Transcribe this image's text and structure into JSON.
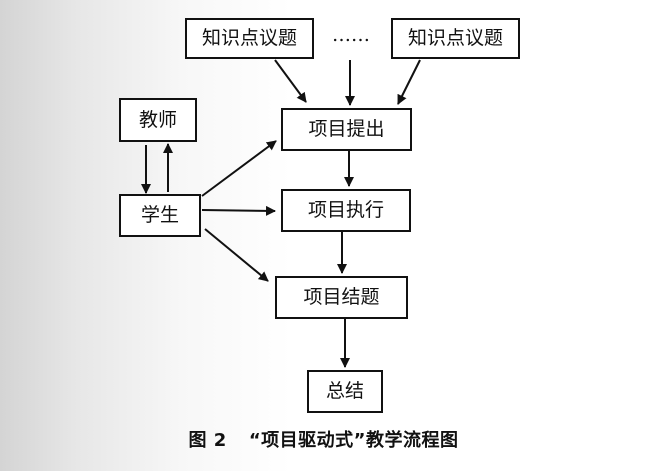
{
  "diagram": {
    "nodes": {
      "topic_left": "知识点议题",
      "ellipsis": "……",
      "topic_right": "知识点议题",
      "teacher": "教师",
      "student": "学生",
      "project_proposal": "项目提出",
      "project_execution": "项目执行",
      "project_conclusion": "项目结题",
      "summary": "总结"
    }
  },
  "caption": {
    "figure_number": "图 2",
    "title": "“项目驱动式”教学流程图"
  }
}
